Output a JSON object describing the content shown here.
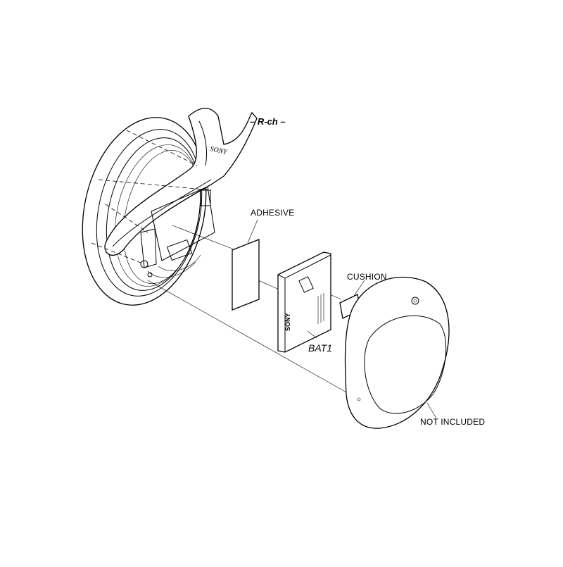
{
  "labels": {
    "channel": "– R-ch –",
    "adhesive": "ADHESIVE",
    "cushion": "CUSHION",
    "battery": "BAT1",
    "cover": "NOT INCLUDED",
    "brand_headband": "SONY",
    "brand_battery": "SONY"
  }
}
